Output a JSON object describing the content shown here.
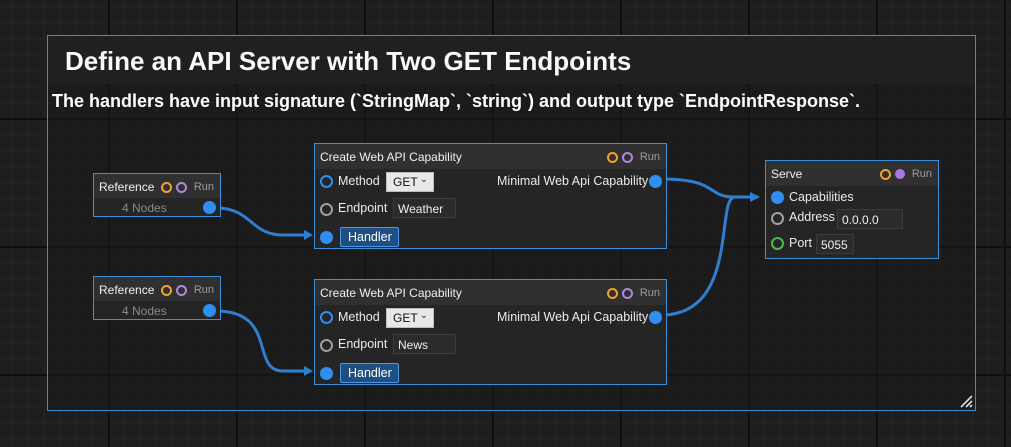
{
  "group": {
    "title": "Define an API Server with Two GET Endpoints",
    "description": "The handlers have input signature (`StringMap`, `string`) and output type `EndpointResponse`."
  },
  "colors": {
    "accent": "#3a8fd8",
    "port": "#2f8ff0",
    "status_orange": "#f2a12b",
    "status_purple": "#b086e0",
    "port_green": "#4cba4c"
  },
  "reference_nodes": [
    {
      "title": "Reference",
      "run_label": "Run",
      "output_label": "4 Nodes"
    },
    {
      "title": "Reference",
      "run_label": "Run",
      "output_label": "4 Nodes"
    }
  ],
  "capability_nodes": [
    {
      "title": "Create Web API Capability",
      "run_label": "Run",
      "method_label": "Method",
      "method_value": "GET",
      "endpoint_label": "Endpoint",
      "endpoint_value": "Weather",
      "handler_label": "Handler",
      "output_label": "Minimal Web Api Capability"
    },
    {
      "title": "Create Web API Capability",
      "run_label": "Run",
      "method_label": "Method",
      "method_value": "GET",
      "endpoint_label": "Endpoint",
      "endpoint_value": "News",
      "handler_label": "Handler",
      "output_label": "Minimal Web Api Capability"
    }
  ],
  "serve_node": {
    "title": "Serve",
    "run_label": "Run",
    "capabilities_label": "Capabilities",
    "address_label": "Address",
    "address_value": "0.0.0.0",
    "port_label": "Port",
    "port_value": "5055"
  }
}
